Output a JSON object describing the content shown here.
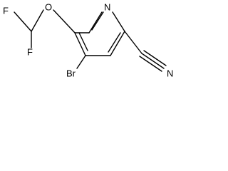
{
  "structure": {
    "atoms": {
      "N": "N",
      "O": "O",
      "F_top": "F",
      "F_bottom": "F",
      "Br": "Br",
      "N_nitrile": "N"
    },
    "colors": {
      "bond": "#000000",
      "label": "#000000",
      "background": "#ffffff"
    }
  }
}
